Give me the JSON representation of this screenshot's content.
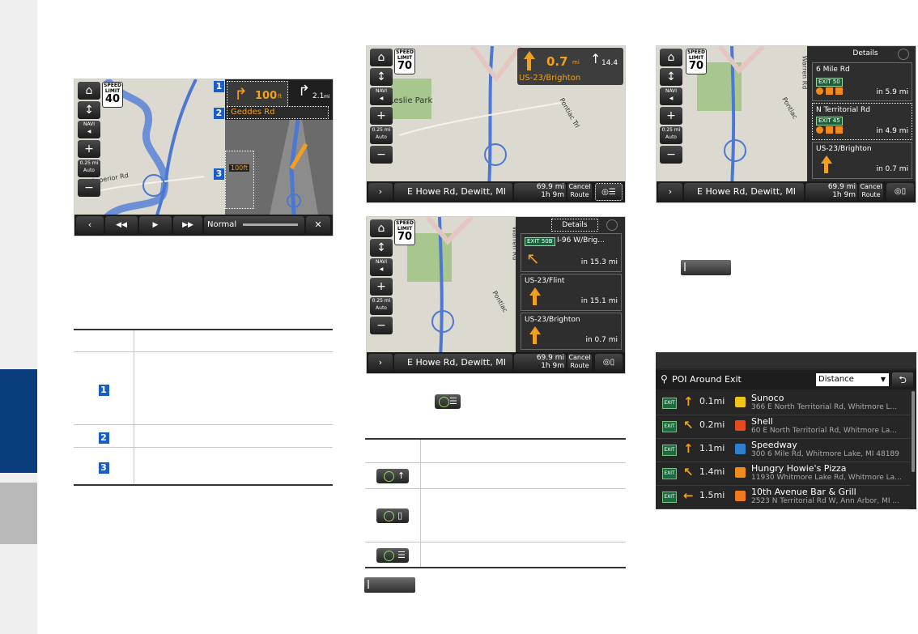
{
  "sidebar": {
    "active_color": "#0a3d7c",
    "inactive_color": "#b9b9b9"
  },
  "shot1": {
    "speed_label": "SPEED LIMIT",
    "speed_value": "40",
    "turn_distance": "100",
    "turn_unit": "ft",
    "next_distance": "2.1",
    "next_unit": "mi",
    "street_name": "Geddes Rd",
    "lane_distance": "100ft",
    "road_label": "Superior Rd",
    "navi_label": "NAVI",
    "scale_label": "0.25 mi",
    "scale_mode": "Auto",
    "playback_speed": "Normal",
    "markers": [
      "1",
      "2",
      "3"
    ]
  },
  "shot2": {
    "speed_label": "SPEED LIMIT",
    "speed_value": "70",
    "turn_distance": "0.7",
    "turn_unit": "mi",
    "next_distance": "14.4",
    "street_name": "US-23/Brighton",
    "park_label": "Leslie Park",
    "road_label": "Pontiac Trl",
    "destination": "E Howe Rd, Dewitt, MI",
    "remaining_distance": "69.9 mi",
    "remaining_time": "1h  9m",
    "cancel_route": "Cancel Route"
  },
  "shot3": {
    "speed_label": "SPEED LIMIT",
    "speed_value": "70",
    "details_label": "Details",
    "road_label_1": "Warren Rd",
    "road_label_2": "Pontiac",
    "destination": "E Howe Rd, Dewitt, MI",
    "remaining_distance": "69.9 mi",
    "remaining_time": "1h  9m",
    "cancel_route": "Cancel Route",
    "items": [
      {
        "exit": "EXIT 50B",
        "name": "I-96 W/Brig...",
        "distance": "in 15.3 mi"
      },
      {
        "exit": "",
        "name": "US-23/Flint",
        "distance": "in 15.1 mi"
      },
      {
        "exit": "",
        "name": "US-23/Brighton",
        "distance": "in 0.7 mi"
      }
    ]
  },
  "shot4": {
    "speed_label": "SPEED LIMIT",
    "speed_value": "70",
    "details_label": "Details",
    "road_label_1": "Warren Rd",
    "road_label_2": "Pontiac",
    "destination": "E Howe Rd, Dewitt, MI",
    "remaining_distance": "69.9 mi",
    "remaining_time": "1h  9m",
    "cancel_route": "Cancel Route",
    "items": [
      {
        "exit": "",
        "name": "6 Mile Rd",
        "exit_no": "EXIT 50",
        "distance": "in 5.9 mi"
      },
      {
        "exit": "",
        "name": "N Territorial Rd",
        "exit_no": "EXIT 45",
        "distance": "in 4.9 mi"
      },
      {
        "exit": "",
        "name": "US-23/Brighton",
        "exit_no": "",
        "distance": "in 0.7 mi"
      }
    ]
  },
  "poi": {
    "title": "POI Around Exit",
    "sort_value": "Distance",
    "rows": [
      {
        "exit": "EXIT",
        "arrow": "↑",
        "dist": "0.1mi",
        "name": "Sunoco",
        "addr": "366 E North Territorial Rd, Whitmore L...",
        "color": "#f0c419"
      },
      {
        "exit": "EXIT",
        "arrow": "↖",
        "dist": "0.2mi",
        "name": "Shell",
        "addr": "60 E North Territorial Rd, Whitmore La...",
        "color": "#e84a1e"
      },
      {
        "exit": "EXIT",
        "arrow": "↑",
        "dist": "1.1mi",
        "name": "Speedway",
        "addr": "300 6 Mile Rd, Whitmore Lake, MI 48189",
        "color": "#2f7fd1"
      },
      {
        "exit": "EXIT",
        "arrow": "↖",
        "dist": "1.4mi",
        "name": "Hungry Howie's Pizza",
        "addr": "11930 Whitmore Lake Rd, Whitmore La...",
        "color": "#f08a1e"
      },
      {
        "exit": "EXIT",
        "arrow": "←",
        "dist": "1.5mi",
        "name": "10th Avenue Bar & Grill",
        "addr": "2523 N Territorial Rd W, Ann Arbor, MI ...",
        "color": "#f07a1e"
      }
    ]
  },
  "table1": {
    "rows": [
      "1",
      "2",
      "3"
    ]
  },
  "table2": {
    "glyphs": [
      "↑",
      "▯",
      "☰"
    ]
  }
}
